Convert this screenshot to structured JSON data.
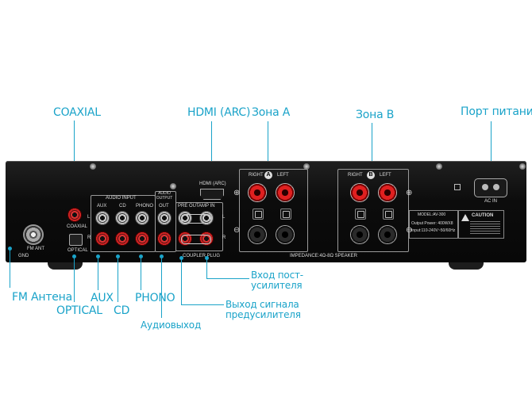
{
  "callouts": {
    "coaxial": "COAXIAL",
    "hdmi": "HDMI (ARC)",
    "zone_a": "Зона А",
    "zone_b": "Зона В",
    "power_port": "Порт питания",
    "preamp_in_line1": "Вход пост-",
    "preamp_in_line2": "усилителя",
    "preamp_out_line1": "Выход сигнала",
    "preamp_out_line2": "предусилителя",
    "fm_antenna": "FM Антена",
    "optical": "OPTICAL",
    "aux": "AUX",
    "cd": "CD",
    "phono": "PHONO",
    "audio_out": "Аудиовыход"
  },
  "panel": {
    "fm_ant": "FM ANT",
    "gnd": "GND",
    "coaxial": "COAXIAL",
    "optical": "OPTICAL",
    "audio_input": "AUDIO INPUT",
    "aux": "AUX",
    "cd": "CD",
    "phono": "PHONO",
    "audio_output": "AUDIO OUTPUT",
    "out": "OUT",
    "l": "L",
    "r": "R",
    "hdmi_arc": "HDMI (ARC)",
    "pre_out": "PRE OUT",
    "amp_in": "AMP IN",
    "coupler_plug": "COUPLER PLUG",
    "impedance_speaker": "IMPEDANCE:4Ω-8Ω   SPEAKER",
    "right": "RIGHT",
    "left": "LEFT",
    "zone_a": "A",
    "zone_b": "B",
    "model": "MODEL:AV-300",
    "output_power": "Output Power: 400WX8",
    "input": "Input:110-240V~50/60Hz",
    "caution": "CAUTION",
    "ac_in": "AC IN"
  },
  "colors": {
    "accent": "#1aa3c9",
    "chassis": "#0c0c0c",
    "terminal_red": "#e02020"
  }
}
